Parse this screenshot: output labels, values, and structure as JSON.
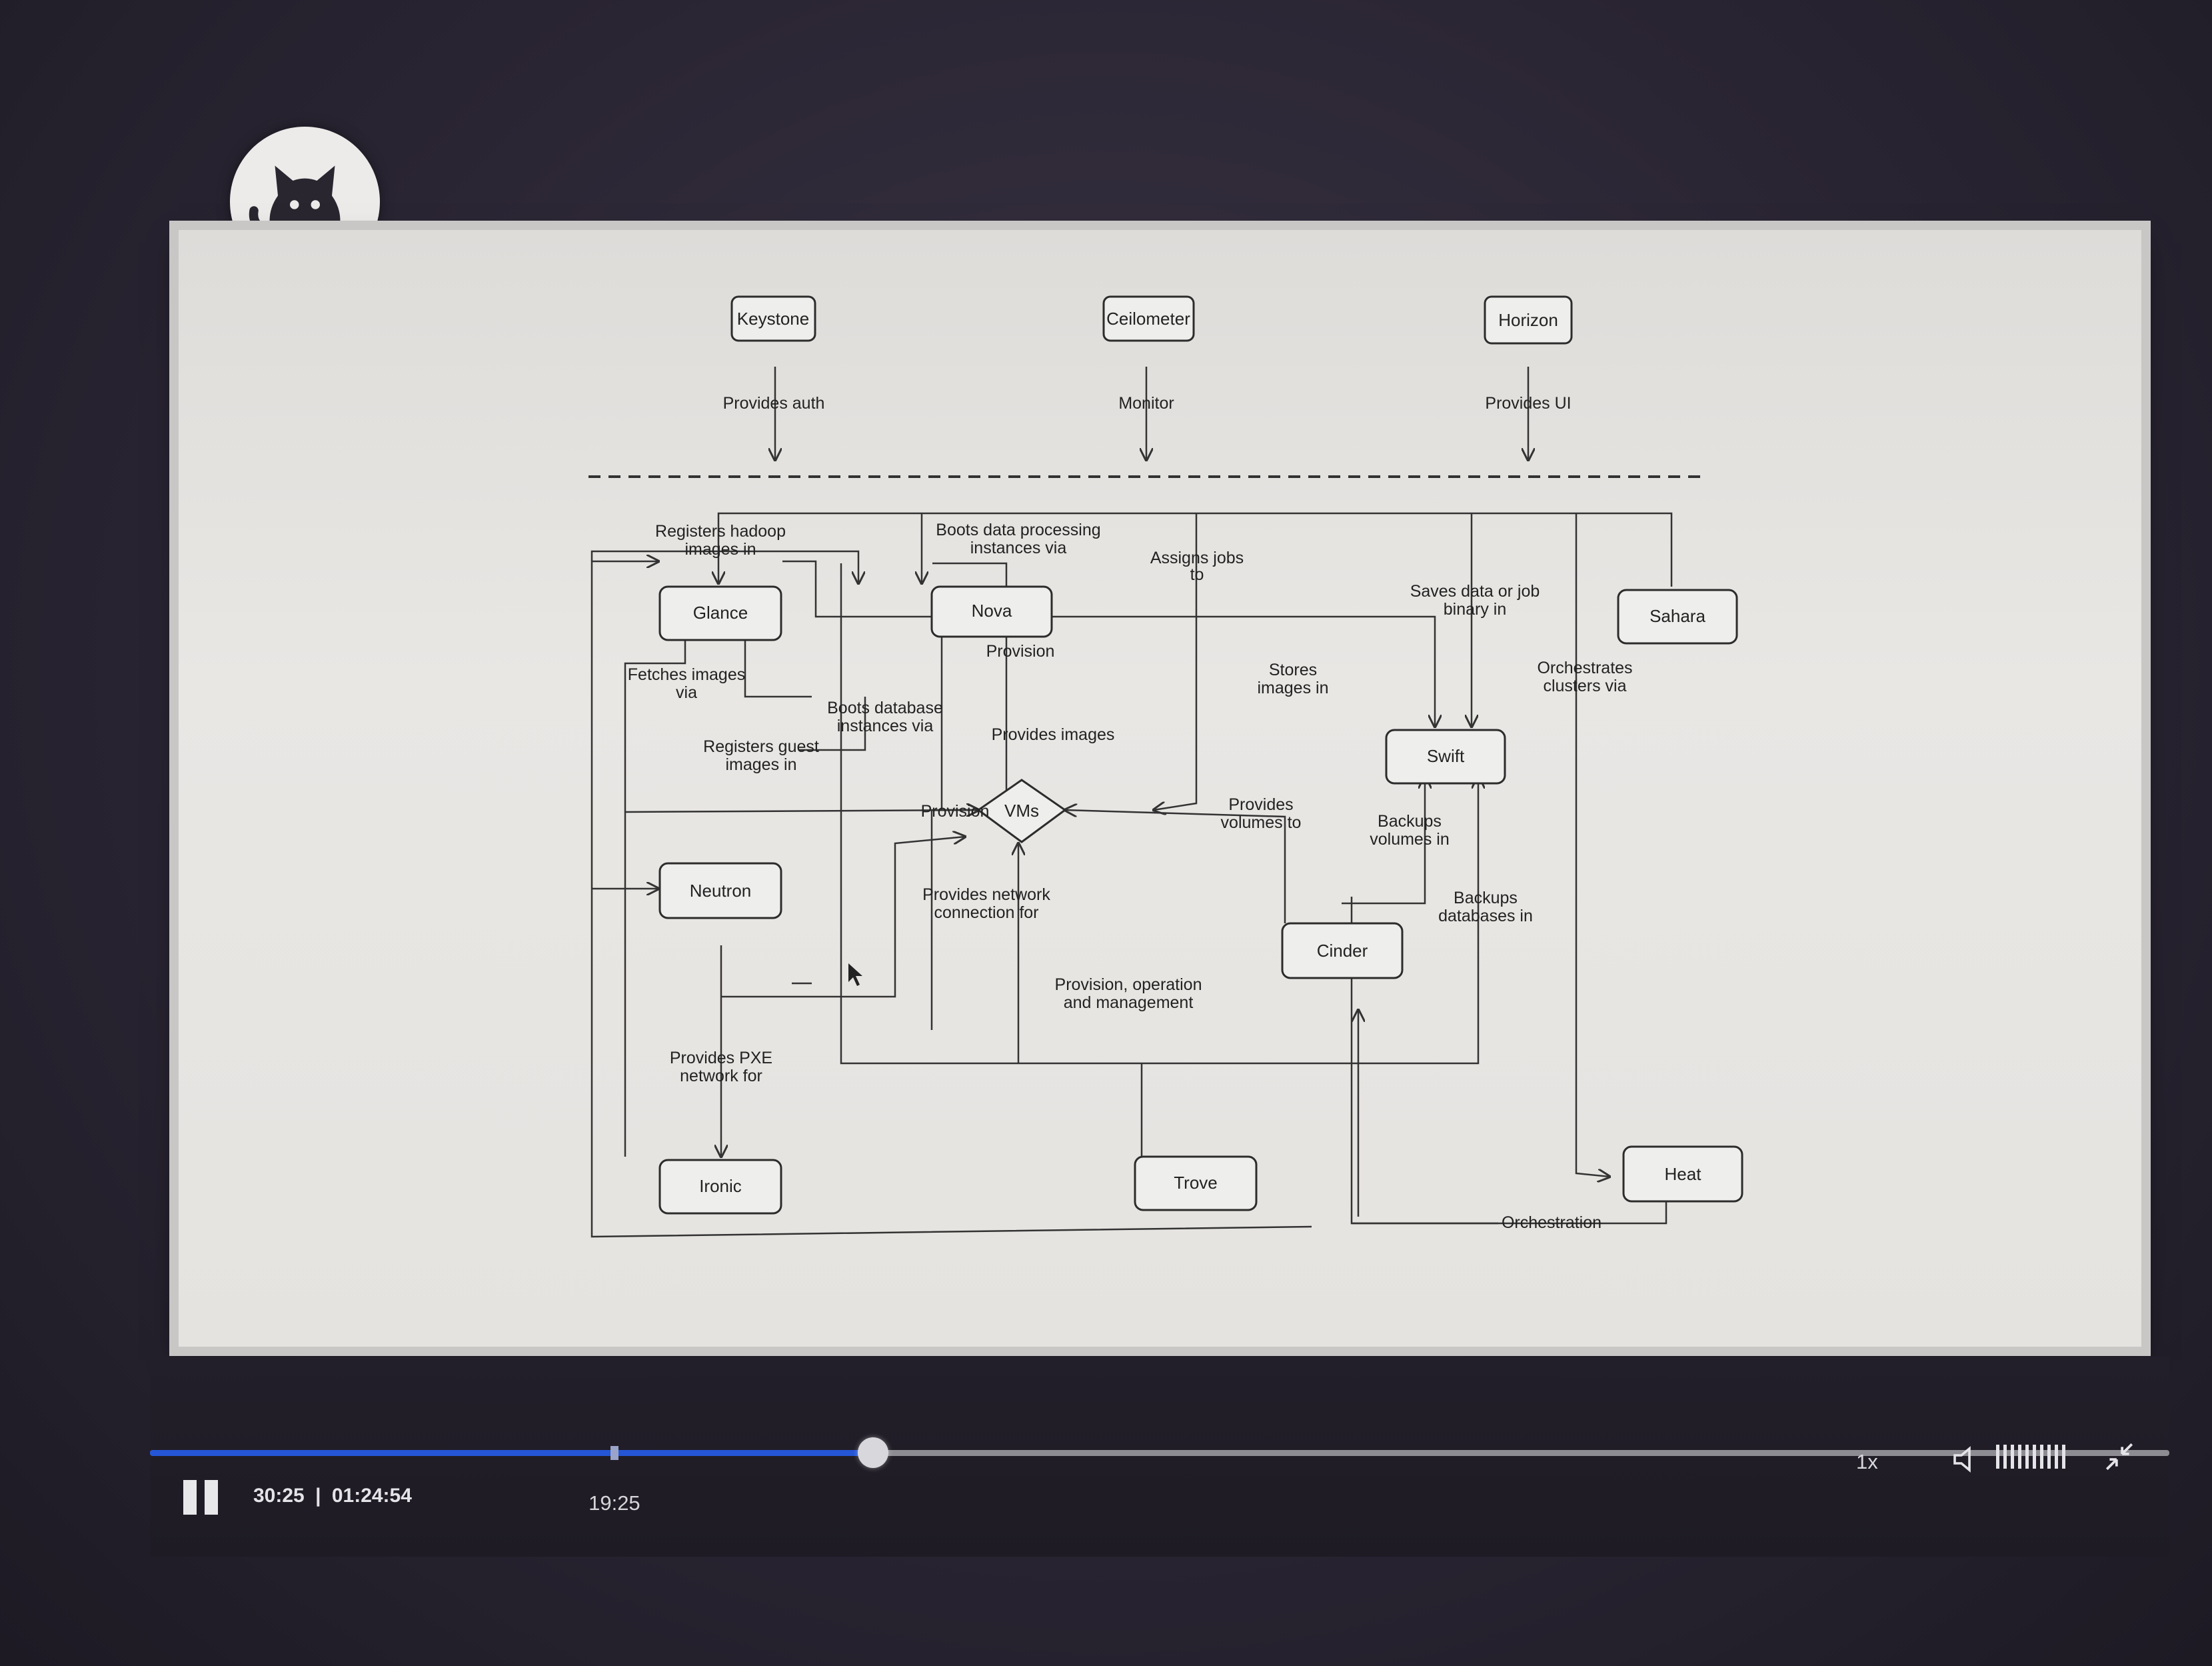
{
  "diagram": {
    "nodes": {
      "keystone": "Keystone",
      "ceilometer": "Ceilometer",
      "horizon": "Horizon",
      "glance": "Glance",
      "nova": "Nova",
      "sahara": "Sahara",
      "swift": "Swift",
      "vms": "VMs",
      "neutron": "Neutron",
      "cinder": "Cinder",
      "ironic": "Ironic",
      "trove": "Trove",
      "heat": "Heat"
    },
    "labels": {
      "provides_auth": "Provides auth",
      "monitor": "Monitor",
      "provides_ui": "Provides UI",
      "registers_hadoop_1": "Registers hadoop",
      "registers_hadoop_2": "images in",
      "boots_data_1": "Boots data processing",
      "boots_data_2": "instances via",
      "assigns_jobs_1": "Assigns jobs",
      "assigns_jobs_2": "to",
      "saves_data_1": "Saves data or job",
      "saves_data_2": "binary in",
      "provision_nova": "Provision",
      "stores_images_1": "Stores",
      "stores_images_2": "images in",
      "orchestrates_1": "Orchestrates",
      "orchestrates_2": "clusters via",
      "fetches_images_1": "Fetches images",
      "fetches_images_2": "via",
      "boots_db_1": "Boots database",
      "boots_db_2": "instances via",
      "provides_images": "Provides images",
      "registers_guest_1": "Registers guest",
      "registers_guest_2": "images in",
      "provision_left": "Provision",
      "provides_volumes_1": "Provides",
      "provides_volumes_2": "volumes to",
      "backups_volumes_1": "Backups",
      "backups_volumes_2": "volumes in",
      "provides_network_1": "Provides network",
      "provides_network_2": "connection for",
      "backups_db_1": "Backups",
      "backups_db_2": "databases in",
      "provision_operation_1": "Provision, operation",
      "provision_operation_2": "and management",
      "provides_pxe_1": "Provides PXE",
      "provides_pxe_2": "network for",
      "orchestration": "Orchestration"
    }
  },
  "player": {
    "current_time": "30:25",
    "separator": "|",
    "duration": "01:24:54",
    "hover_time": "19:25",
    "progress_fraction": 0.358,
    "hover_fraction": 0.23,
    "speed": "1x",
    "colors": {
      "progress": "#2456d6",
      "track": "#8d8c93"
    }
  }
}
